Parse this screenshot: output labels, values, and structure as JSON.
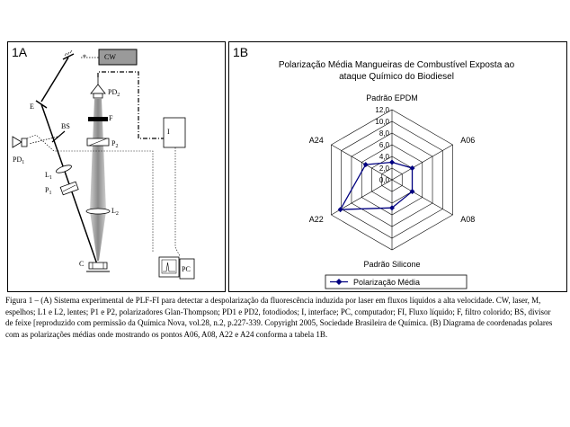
{
  "panel_a": {
    "label": "1A",
    "components": {
      "cw": "CW",
      "mirror_mark": "*",
      "e": "E",
      "bs": "BS",
      "pd1_pre": "PD",
      "pd1_sub": "1",
      "l1_pre": "L",
      "l1_sub": "1",
      "p1_pre": "P",
      "p1_sub": "1",
      "pd2_pre": "PD",
      "pd2_sub": "2",
      "f": "F",
      "p2_pre": "P",
      "p2_sub": "2",
      "l2_pre": "L",
      "l2_sub": "2",
      "c": "C",
      "i": "I",
      "pc": "PC"
    }
  },
  "panel_b": {
    "label": "1B",
    "chart_data": {
      "type": "radar",
      "title_lines": [
        "Polarização Média Mangueiras de Combustível Exposta ao",
        "ataque Químico do Biodiesel"
      ],
      "categories": [
        "Padrão EPDM",
        "A06",
        "A08",
        "Padrão Silicone",
        "A22",
        "A24"
      ],
      "ticks": [
        "0,0",
        "2,0",
        "4,0",
        "6,0",
        "8,0",
        "10,0",
        "12,0"
      ],
      "range": [
        0,
        12
      ],
      "grid": true,
      "legend_position": "bottom",
      "series": [
        {
          "name": "Polarização Média",
          "values": [
            3.0,
            4.0,
            4.0,
            4.8,
            10.2,
            5.2
          ]
        }
      ],
      "colors": {
        "series": "#000080",
        "grid": "#000000"
      }
    }
  },
  "caption": "Figura 1 – (A) Sistema experimental de PLF-FI para detectar a despolarização da fluorescência induzida por laser em fluxos líquidos a alta velocidade. CW, laser, M, espelhos; L1 e L2, lentes; P1 e P2, polarizadores Glan-Thompson; PD1 e PD2, fotodiodos; I, interface; PC, computador; FI, Fluxo líquido; F, filtro colorido; BS, divisor de feixe [reproduzido com permissão da Química Nova, vol.28, n.2, p.227-339. Copyright 2005, Sociedade Brasileira de Química. (B) Diagrama de coordenadas polares com as polarizações médias onde mostrando os pontos A06, A08, A22 e A24 conforma a tabela 1B."
}
